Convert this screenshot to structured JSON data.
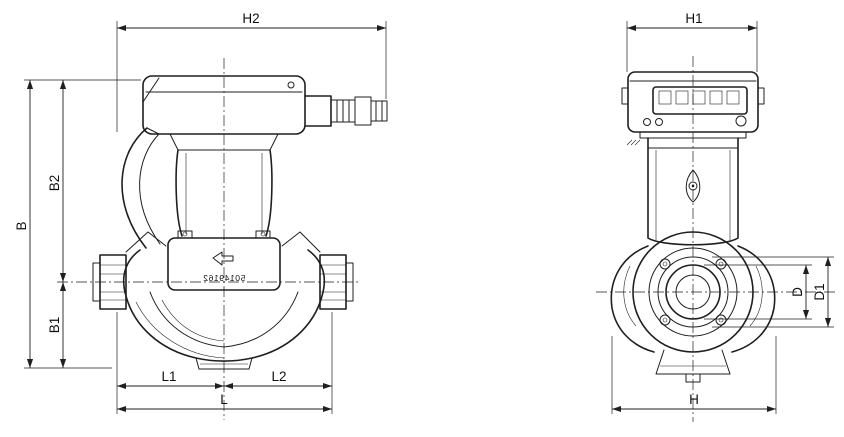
{
  "colors": {
    "background": "#ffffff",
    "line": "#1f1f1f"
  },
  "diagram": {
    "kind": "pump-dimensional-drawing",
    "part_number": "50149162",
    "part_number_mirrored": true
  },
  "dims": {
    "h2": "H2",
    "b": "B",
    "b2": "B2",
    "b1": "B1",
    "l1": "L1",
    "l2": "L2",
    "l": "L",
    "h1": "H1",
    "d": "D",
    "d1": "D1",
    "h": "H"
  }
}
